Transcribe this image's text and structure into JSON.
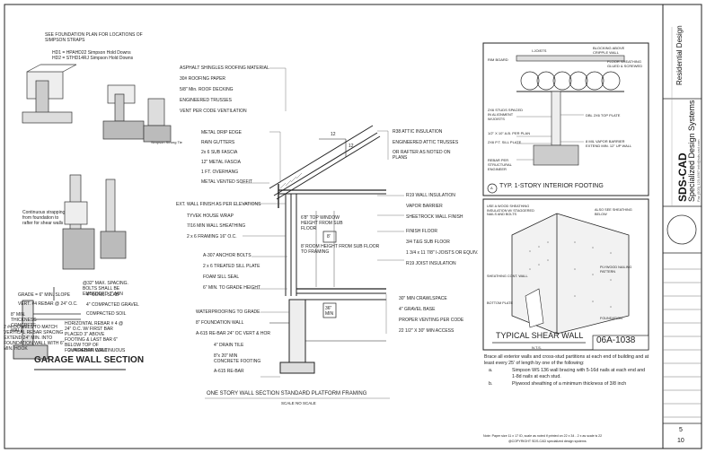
{
  "title_block": {
    "company_top": "Residential Design",
    "company_main": "SDS-CAD",
    "company_sub": "Specialized Design Systems",
    "address": "Fax (503) 123-4567   info@sds-cad.com",
    "sheet_number": "5",
    "sheet_total": "10"
  },
  "top_left": {
    "heading": "SEE FOUNDATION PLAN FOR LOCATIONS OF SIMPSON STRAPS",
    "line1": "HD1 = HPAHD22 Simpson Hold Downs",
    "line2": "HD2 = STHD14RJ Simpson Hold Downs",
    "strap_note": "Continuous strapping from foundation to rafter for shear walls",
    "label_strong": "Simpson Strong Tie"
  },
  "roof_labels": [
    "ASPHALT SHINGLES ROOFING MATERIAL",
    "30# ROOFING PAPER",
    "5/8\" Min. ROOF DECKING",
    "ENGINEERED TRUSSES",
    "VENT PER CODE VENTILATION"
  ],
  "eave_labels": [
    "METAL DRIP EDGE",
    "RAIN GUTTERS",
    "2x 6 SUB FASCIA",
    "12\" METAL FASCIA",
    "1 FT. OVERHANG",
    "METAL VENTED SOFFIT"
  ],
  "attic_labels": [
    "R38 ATTIC INSULATION",
    "ENGINEERED ATTIC TRUSSES",
    "OR RAFTER AS NOTED ON PLANS"
  ],
  "wall_left_labels": [
    "EXT. WALL FINISH AS PER ELEVATIONS",
    "TYVEK HOUSE WRAP",
    "7/16 MIN WALL SHEATHING",
    "2 x 6 FRAMING 16\" O.C."
  ],
  "wall_right_labels": [
    "R19 WALL INSULATION",
    "VAPOR BARRIER",
    "SHEETROCK WALL FINISH"
  ],
  "floor_right_labels": [
    "FINISH FLOOR",
    "3/4 T&G SUB FLOOR",
    "1 3/4 x 11 7/8\" I-JOISTS OR EQUIV.",
    "R19 JOIST INSULATION"
  ],
  "sill_labels": [
    "A-307 ANCHOR BOLTS",
    "2 x 6 TREATED SILL PLATE",
    "FOAM SILL SEAL",
    "6\" MIN. TO GRADE HEIGHT"
  ],
  "crawl_labels": [
    "30\" MIN CRAWLSPACE",
    "4\" GRAVEL BASE",
    "PROPER VENTING  PER CODE",
    "22 1/2\" X 30\" MIN ACCESS"
  ],
  "footing_labels": [
    "WATERPROOFING TO GRADE",
    "8\" FOUNDATION WALL",
    "A-615 RE-BAR 24\" OC VERT & HOR",
    "4\" DRAIN TILE",
    "8\"x 20\" MIN CONCRETE FOOTING",
    "A-615 RE-BAR"
  ],
  "center_labels": {
    "window_height": "6'8\" TOP WINDOW HEIGHT FROM SUB FLOOR",
    "room_height": "8' ROOM HEIGHT FROM SUB FLOOR TO FRAMING",
    "box_8": "8'",
    "min_36": "36\" MIN",
    "pitch_rise": "12",
    "pitch_run": "12"
  },
  "garage": {
    "title": "GARAGE WALL SECTION",
    "labels": [
      "GRADE = 6\" MIN. SLOPE",
      "VERT. #4 REBAR @ 24\" O.C.",
      "8\" MIN. THICKNESS CONCRETE WALL",
      "2 #4 DOWELS TO MATCH VERTICAL REBAR SPACING EXTEND 24\" MIN. INTO FOUNDATION WALL WITH 6\" MIN. HOOK",
      "@32\" MAX. SPACING. BOLTS SHALL BE EMBEDDED 7\" MIN",
      "4\" CONC. SLAB",
      "4\" COMPACTED GRAVEL",
      "COMPACTED SOIL",
      "HORIZONTAL REBAR # 4 @ 24\" O.C. W/ FIRST BAR PLACED 3\" ABOVE FOOTING & LAST BAR 6\" BELOW TOP OF FOUNDATION WALL",
      "2 #4 REBAR CONTINUOUS"
    ]
  },
  "section_title": "ONE STORY WALL SECTION STANDARD PLATFORM FRAMING",
  "section_scale": "SCALE NO SCALE",
  "footing_detail": {
    "title": "TYP. 1-STORY INTERIOR FOOTING",
    "number": "A",
    "labels": [
      "I-JOISTS",
      "RIM BOARD",
      "BLOCKING ABOVE CRIPPLE WALL",
      "FLOOR SHEATHING GLUED & SCREWED",
      "2X6 STUDS SPACED IN ALIGNMENT W/JOISTS",
      "DBL 2X6 TOP PLATE",
      "1/2\" X 10\" A.B. PER PLAN",
      "2X6 P.T. SILL PLATE",
      "8 MIL VAPOR BARRIER EXTEND MIN. 12\" UP WALL",
      "REBAR PER STRUCTURAL ENGINEER"
    ]
  },
  "shear_detail": {
    "title": "TYPICAL SHEAR WALL",
    "scale": "N.T.S.",
    "code": "06A-1038",
    "labels": [
      "USE A WOOD SHEATHING INSULATION W/ STAGGERED NAILS AND BOLTS",
      "ALSO SEE SHEATHING BELOW",
      "SHEATHING CONT. WALL",
      "PLYWOOD NAILING PATTERN",
      "BOTTOM PLATE",
      "FOUNDATION"
    ]
  },
  "brace_notes": {
    "intro": "Brace all exterior walls and cross-stud partitions at each end of building and at least every 25' of length by one of the following:",
    "a_label": "a.",
    "a_text": "Simpson WS 136 wall bracing with 5-16d nails at each end and 1-8d nails at each stud.",
    "b_label": "b.",
    "b_text": "Plywood sheathing of a minimum thickness of 3/8 inch"
  },
  "footer_note": "Note: Paper size 11 x 17 ID, scale as noted if printed on 22 x 34 - 2 x as scale is 22",
  "copyright": "@COPYRIGHT SDS-CAD specialized design systems"
}
